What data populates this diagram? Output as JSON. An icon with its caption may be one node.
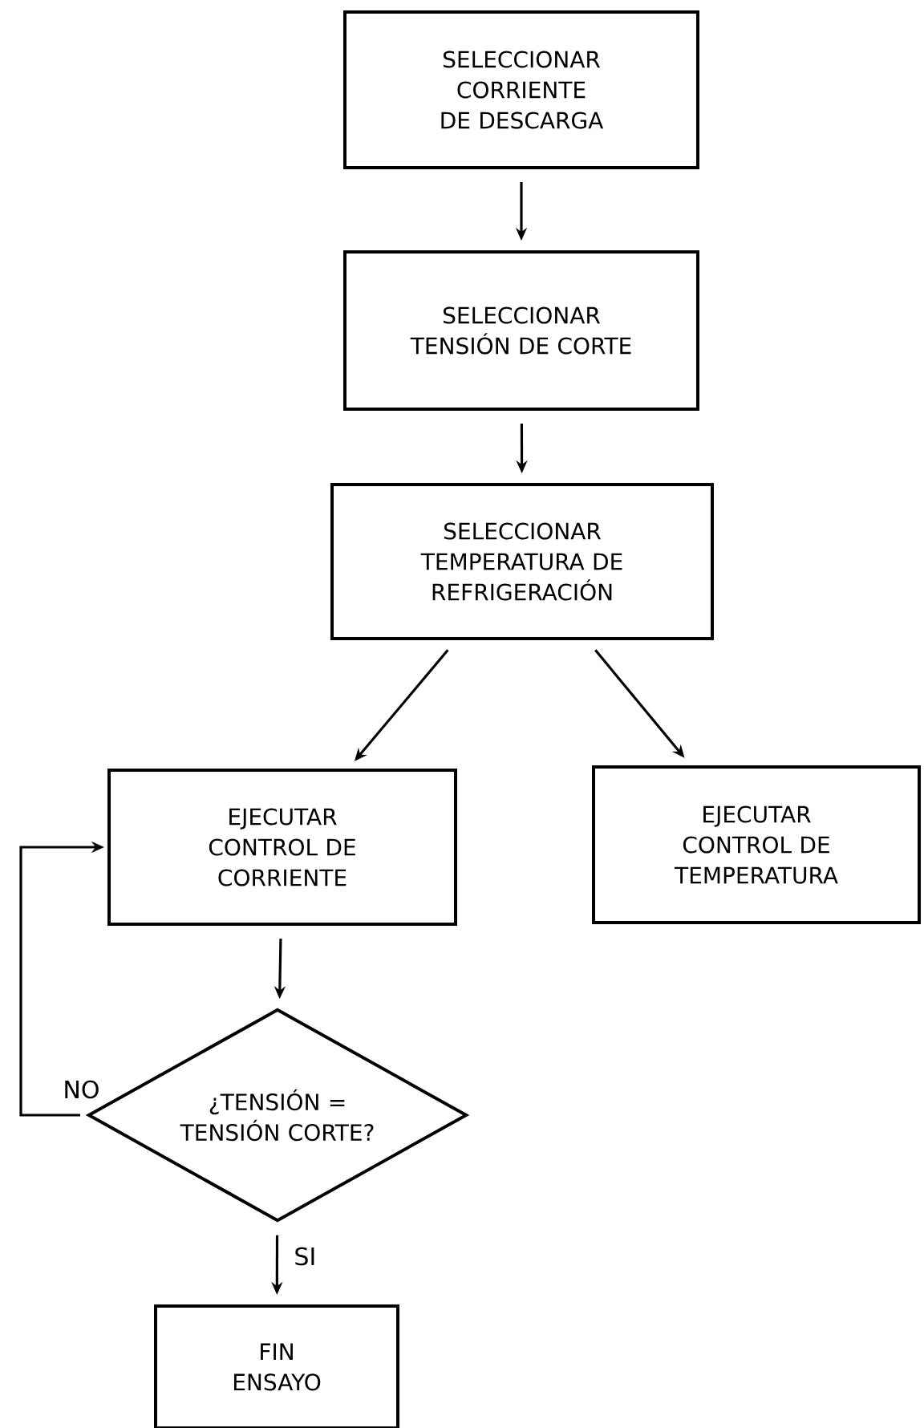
{
  "diagram": {
    "nodes": [
      {
        "text": [
          "SELECCIONAR CORRIENTE DE DESCARGA"
        ]
      },
      {
        "text": [
          "SELECCIONAR TENSIÓN DE CORTE"
        ]
      },
      {
        "text": [
          "SELECCIONAR TEMPERATURA DE REFRIGERACIÓN"
        ]
      },
      {
        "text": [
          "EJECUTAR CONTROL DE CORRIENTE"
        ]
      },
      {
        "text": [
          "EJECUTAR CONTROL DE TEMPERATURA"
        ]
      },
      {
        "text": [
          "¿TENSIÓN = TENSIÓN CORTE?"
        ]
      },
      {
        "text": [
          "FIN ENSAYO"
        ]
      }
    ],
    "edges": [
      {
        "from": 0,
        "to": 1,
        "arrow": "to"
      },
      {
        "from": 1,
        "to": 2,
        "arrow": "to"
      },
      {
        "from": 2,
        "to": 3,
        "arrow": "to"
      },
      {
        "from": 2,
        "to": 4,
        "arrow": "to"
      },
      {
        "from": 3,
        "to": 5,
        "arrow": "to"
      },
      {
        "from": 5,
        "to": 3,
        "arrow": "to",
        "label": "NO"
      },
      {
        "from": 5,
        "to": 6,
        "arrow": "to",
        "label": "SI"
      }
    ]
  }
}
